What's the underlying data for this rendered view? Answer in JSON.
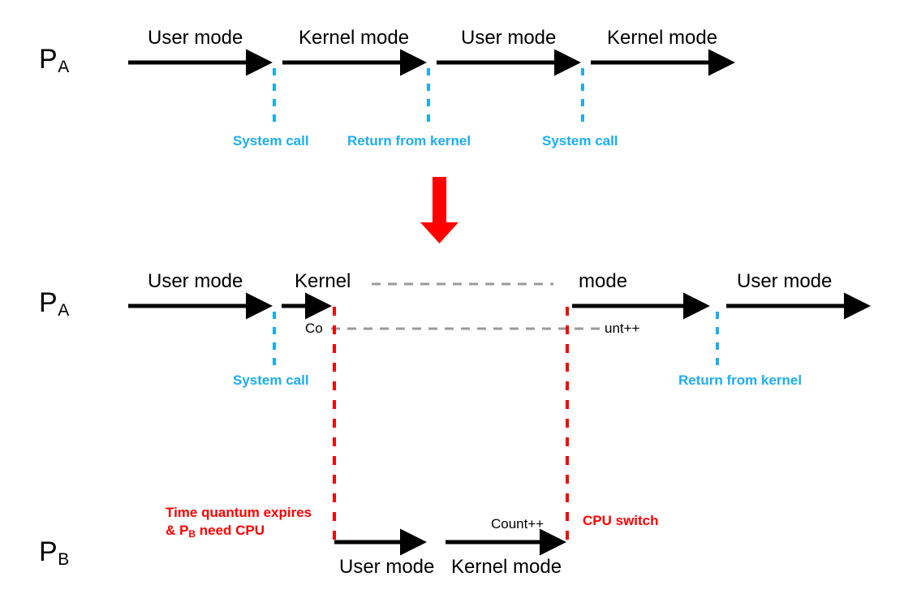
{
  "diagram": {
    "title_absent": true,
    "colors": {
      "black": "#000000",
      "cyan": "#1CAEEF",
      "red": "#FF0000",
      "gray_dash": "#9A9A9A",
      "background": "#FFFFFF"
    },
    "top_panel": {
      "process_label": "P",
      "process_sub": "A",
      "segments": [
        {
          "label": "User mode"
        },
        {
          "label": "Kernel mode"
        },
        {
          "label": "User mode"
        },
        {
          "label": "Kernel mode"
        }
      ],
      "events": [
        {
          "label": "System call"
        },
        {
          "label": "Return from kernel"
        },
        {
          "label": "System call"
        }
      ]
    },
    "transition": {
      "arrow_icon": "down-arrow-red"
    },
    "bottom_panel": {
      "pa": {
        "process_label": "P",
        "process_sub": "A",
        "segments": [
          {
            "label": "User mode"
          },
          {
            "label": "Kernel"
          },
          {
            "label": "mode"
          },
          {
            "label": "User mode"
          }
        ],
        "events": [
          {
            "label": "System call"
          },
          {
            "label": "Return from kernel"
          }
        ],
        "counter_left": "Co",
        "counter_right": "unt++"
      },
      "pb": {
        "process_label": "P",
        "process_sub": "B",
        "segments": [
          {
            "label": "User mode"
          },
          {
            "label": "Kernel mode"
          }
        ],
        "counter": "Count++"
      },
      "red_events": [
        {
          "label_line1": "Time quantum expires",
          "label_line2_pre": "& P",
          "label_line2_sub": "B",
          "label_line2_post": " need CPU"
        },
        {
          "label": "CPU switch"
        }
      ]
    }
  }
}
